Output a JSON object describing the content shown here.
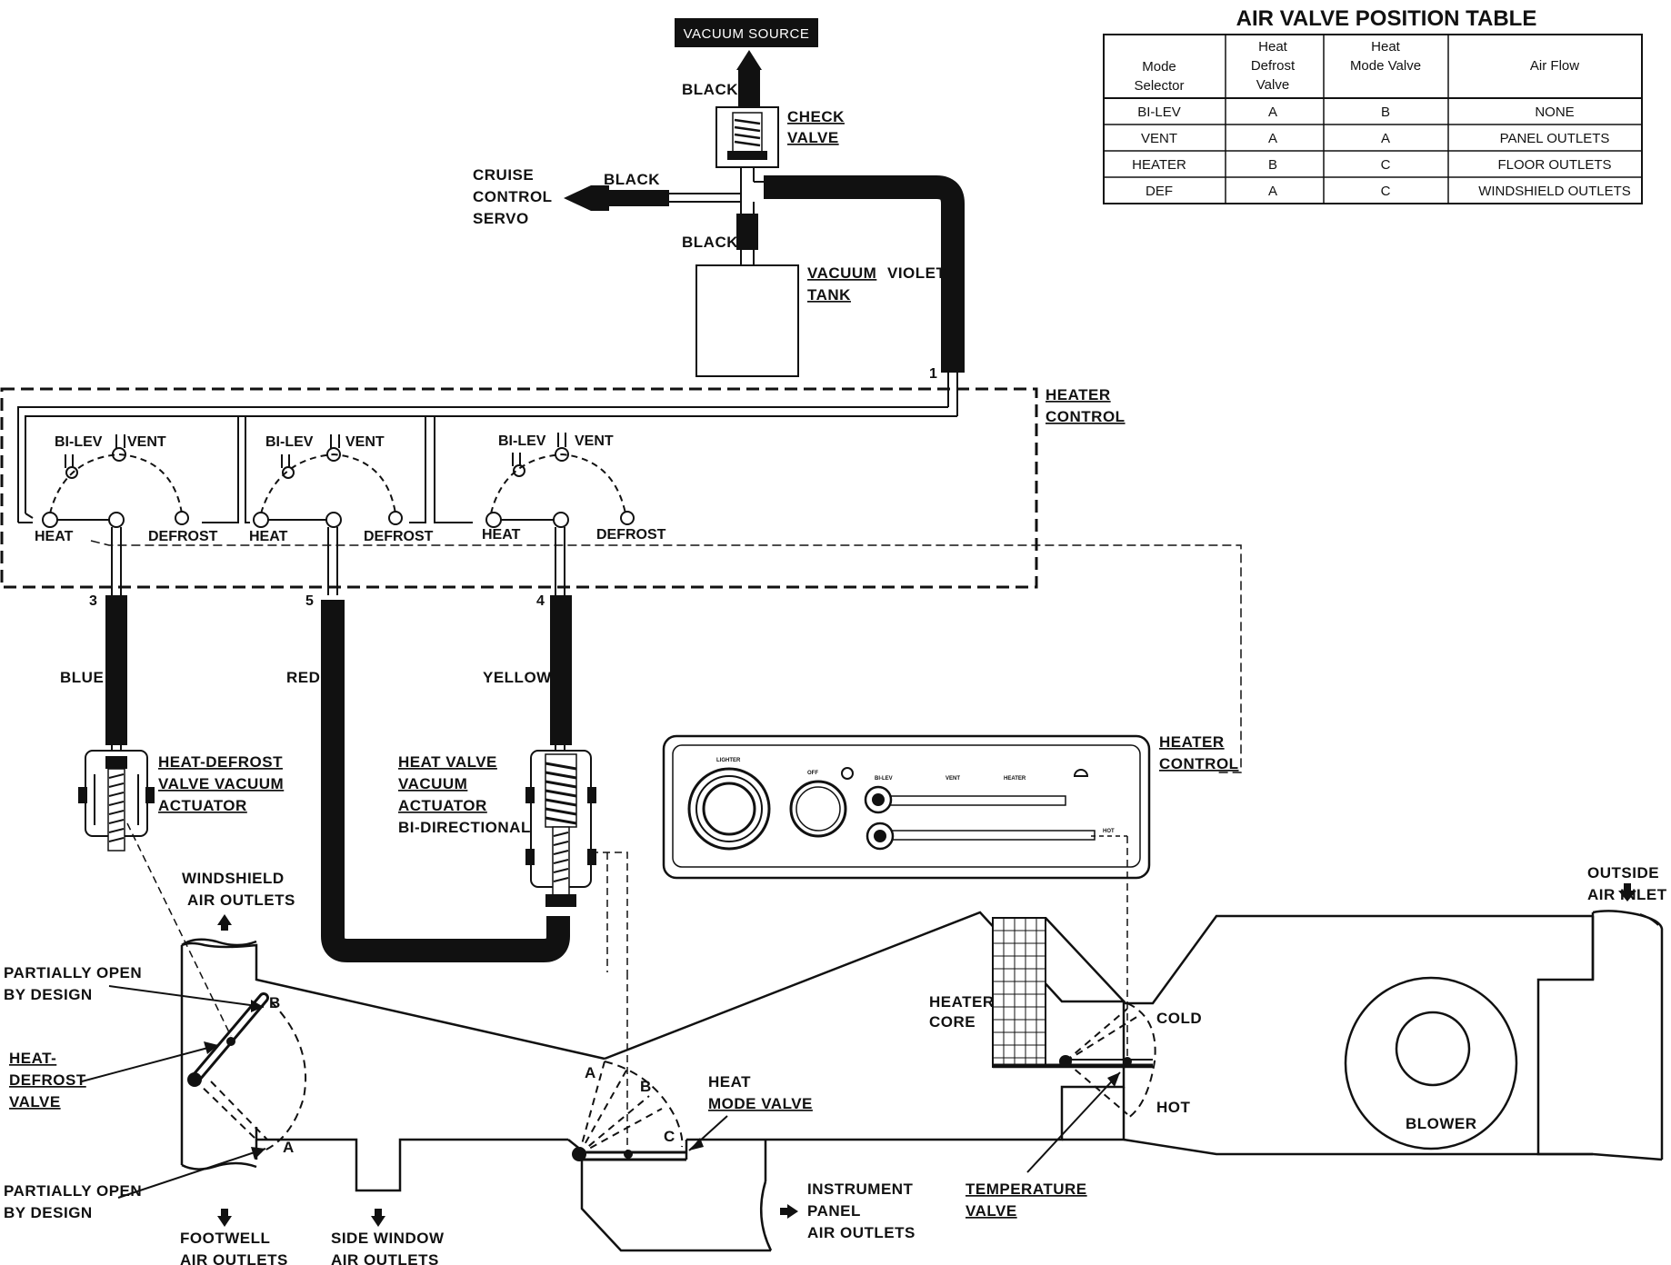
{
  "vacuum": {
    "source": "VACUUM SOURCE",
    "hose_top": "BLACK",
    "check_valve": [
      "CHECK",
      "VALVE"
    ],
    "cruise": [
      "CRUISE",
      "CONTROL",
      "SERVO"
    ],
    "hose_cruise": "BLACK",
    "hose_tank": "BLACK",
    "tank": [
      "VACUUM",
      "TANK"
    ],
    "hose_violet": "VIOLET"
  },
  "heater_control_box": {
    "label": [
      "HEATER",
      "CONTROL"
    ],
    "port_1": "1",
    "switches": [
      {
        "bilev": "BI-LEV",
        "vent": "VENT",
        "heat": "HEAT",
        "defrost": "DEFROST",
        "port": "3"
      },
      {
        "bilev": "BI-LEV",
        "vent": "VENT",
        "heat": "HEAT",
        "defrost": "DEFROST",
        "port": "5"
      },
      {
        "bilev": "BI-LEV",
        "vent": "VENT",
        "heat": "HEAT",
        "defrost": "DEFROST",
        "port": "4"
      }
    ]
  },
  "hoses": {
    "blue": "BLUE",
    "red": "RED",
    "yellow": "YELLOW"
  },
  "actuators": {
    "heat_defrost": [
      "HEAT-DEFROST",
      "VALVE VACUUM",
      "ACTUATOR"
    ],
    "heat_valve": [
      "HEAT VALVE",
      "VACUUM",
      "ACTUATOR",
      "BI-DIRECTIONAL"
    ]
  },
  "panel": {
    "label": [
      "HEATER",
      "CONTROL"
    ],
    "lighter": "LIGHTER",
    "off": "OFF",
    "bilev": "BI-LEV",
    "vent": "VENT",
    "heater": "HEATER",
    "hot": "HOT"
  },
  "duct": {
    "windshield": [
      "WINDSHIELD",
      "AIR OUTLETS"
    ],
    "partial_top": [
      "PARTIALLY OPEN",
      "BY DESIGN"
    ],
    "hd_valve": [
      "HEAT-",
      "DEFROST",
      "VALVE"
    ],
    "partial_bottom": [
      "PARTIALLY OPEN",
      "BY DESIGN"
    ],
    "footwell": [
      "FOOTWELL",
      "AIR OUTLETS"
    ],
    "side_window": [
      "SIDE WINDOW",
      "AIR OUTLETS"
    ],
    "instrument": [
      "INSTRUMENT",
      "PANEL",
      "AIR OUTLETS"
    ],
    "heat_mode": [
      "HEAT",
      "MODE VALVE"
    ],
    "heater_core": [
      "HEATER",
      "CORE"
    ],
    "cold": "COLD",
    "hot": "HOT",
    "temperature": [
      "TEMPERATURE",
      "VALVE"
    ],
    "blower": "BLOWER",
    "outside": [
      "OUTSIDE",
      "AIR INLET"
    ],
    "pos_a": "A",
    "pos_b": "B",
    "pos_c": "C"
  },
  "table": {
    "title": "AIR VALVE POSITION TABLE",
    "headers": [
      [
        "Mode",
        "Selector"
      ],
      [
        "Heat",
        "Defrost",
        "Valve"
      ],
      [
        "Heat",
        "Mode Valve"
      ],
      [
        "Air Flow"
      ]
    ],
    "rows": [
      [
        "BI-LEV",
        "A",
        "B",
        "NONE"
      ],
      [
        "VENT",
        "A",
        "A",
        "PANEL OUTLETS"
      ],
      [
        "HEATER",
        "B",
        "C",
        "FLOOR OUTLETS"
      ],
      [
        "DEF",
        "A",
        "C",
        "WINDSHIELD OUTLETS"
      ]
    ]
  }
}
